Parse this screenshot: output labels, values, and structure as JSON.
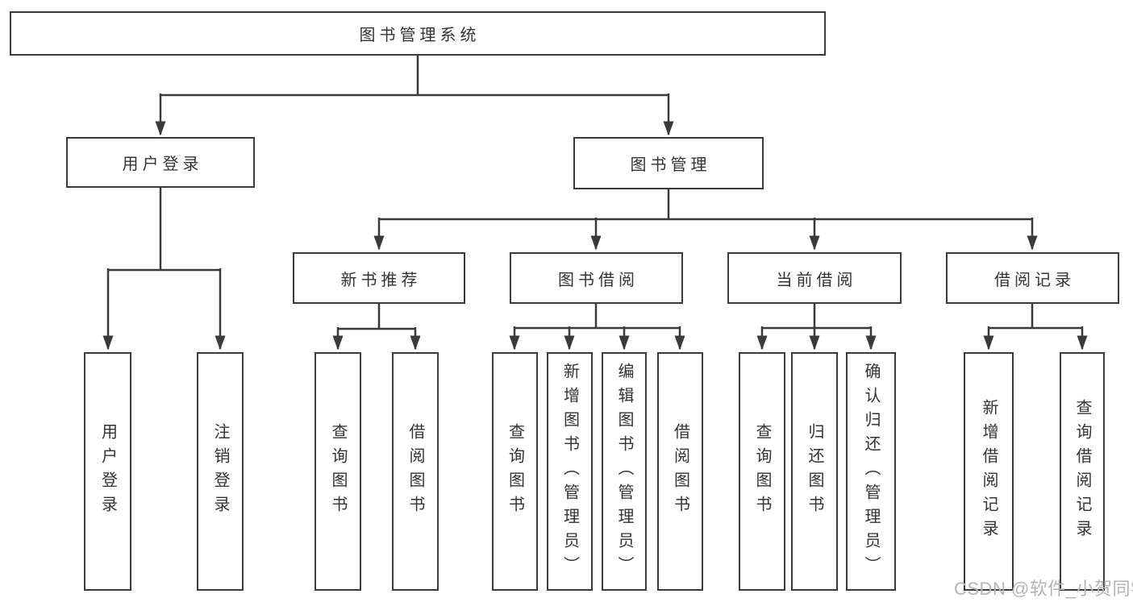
{
  "title": {
    "label": "图书管理系统"
  },
  "level2": [
    {
      "label": "用户登录"
    },
    {
      "label": "图书管理"
    }
  ],
  "level3": [
    {
      "label": "新书推荐"
    },
    {
      "label": "图书借阅"
    },
    {
      "label": "当前借阅"
    },
    {
      "label": "借阅记录"
    }
  ],
  "leaves": [
    {
      "label": "用户登录"
    },
    {
      "label": "注销登录"
    },
    {
      "label": "查询图书"
    },
    {
      "label": "借阅图书"
    },
    {
      "label": "查询图书"
    },
    {
      "label": "新增图书（管理员）"
    },
    {
      "label": "编辑图书（管理员）"
    },
    {
      "label": "借阅图书"
    },
    {
      "label": "查询图书"
    },
    {
      "label": "归还图书"
    },
    {
      "label": "确认归还（管理员）"
    },
    {
      "label": "新增借阅记录"
    },
    {
      "label": "查询借阅记录"
    }
  ],
  "watermark": {
    "text": "CSDN @软件_小贺同学"
  },
  "colors": {
    "line": "#3a3a3a",
    "box_border": "#3a3a3a",
    "box_fill": "#ffffff",
    "text": "#333333",
    "watermark": "#b4b4b4",
    "background": "#ffffff"
  }
}
